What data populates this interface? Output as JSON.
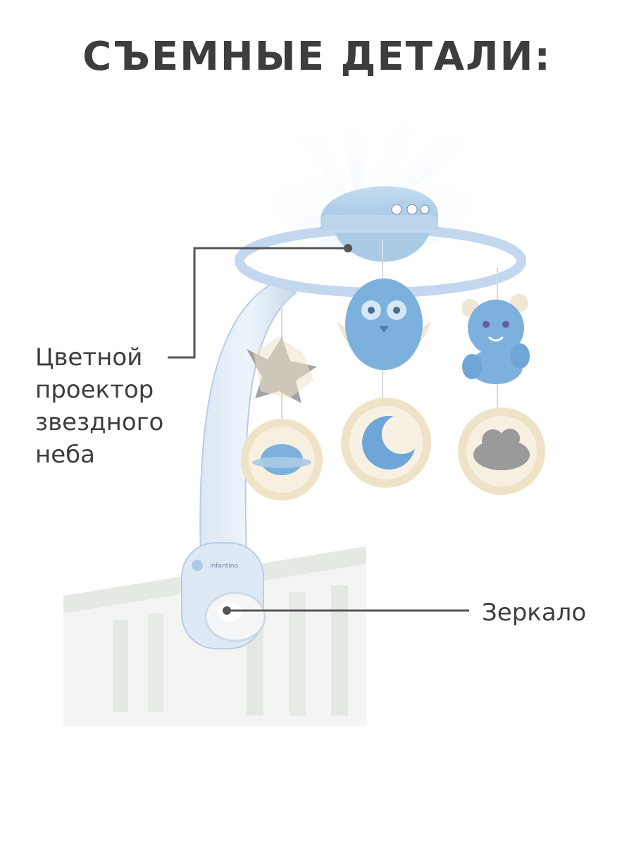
{
  "title": "СЪЕМНЫЕ ДЕТАЛИ:",
  "callouts": {
    "projector": {
      "lines": [
        "Цветной",
        "проектор",
        "звездного",
        "неба"
      ]
    },
    "mirror": {
      "label": "Зеркало"
    }
  },
  "product": {
    "brand_logo_text": "infantino"
  },
  "colors": {
    "text": "#3d3d3d",
    "mobile_blue": "#a9cbe6",
    "toy_blue": "#6fa6d8",
    "cream": "#f2ead8",
    "grey": "#9a9a9a"
  }
}
